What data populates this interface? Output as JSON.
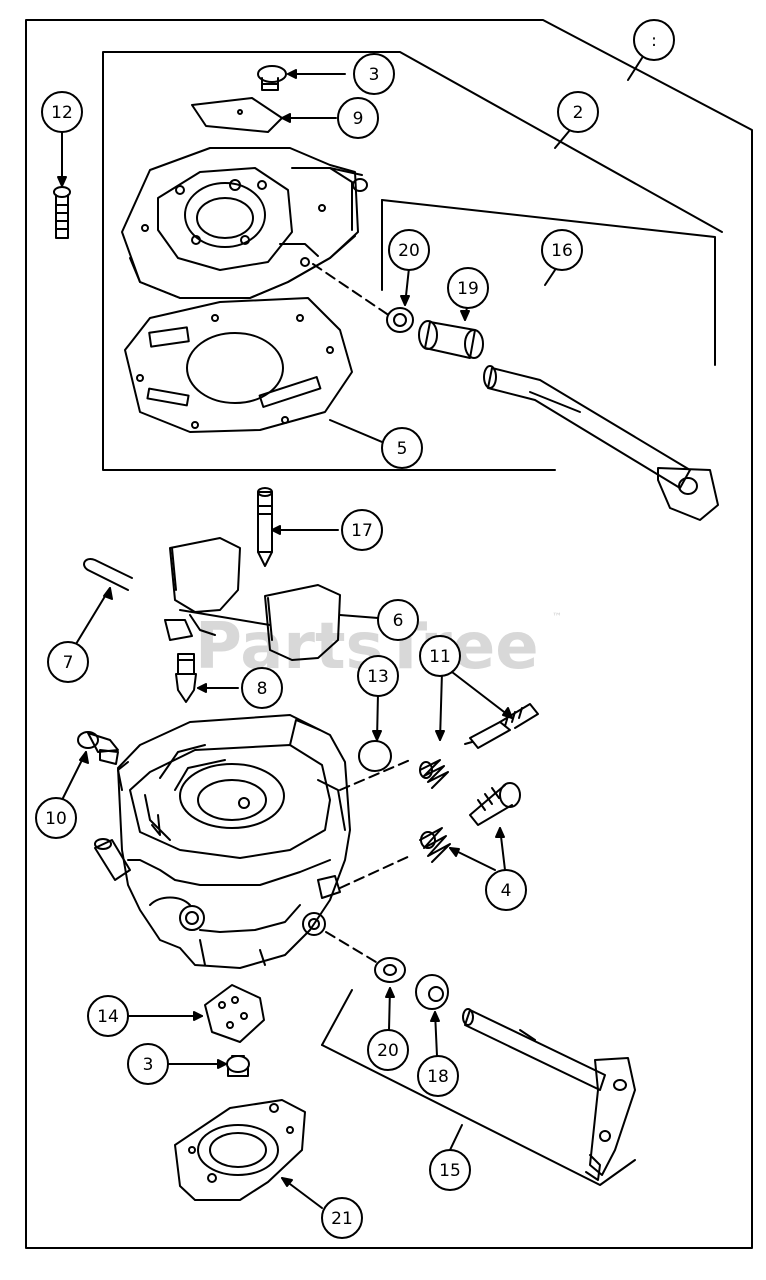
{
  "watermark": {
    "text": "PartsTree",
    "trademark": "™"
  },
  "callouts": {
    "c1": ":",
    "c2": "2",
    "c3a": "3",
    "c3b": "3",
    "c4": "4",
    "c5": "5",
    "c6": "6",
    "c7": "7",
    "c8": "8",
    "c9": "9",
    "c10": "10",
    "c11": "11",
    "c12": "12",
    "c13": "13",
    "c14": "14",
    "c15": "15",
    "c16": "16",
    "c17": "17",
    "c18": "18",
    "c19": "19",
    "c20a": "20",
    "c20b": "20",
    "c21": "21"
  }
}
